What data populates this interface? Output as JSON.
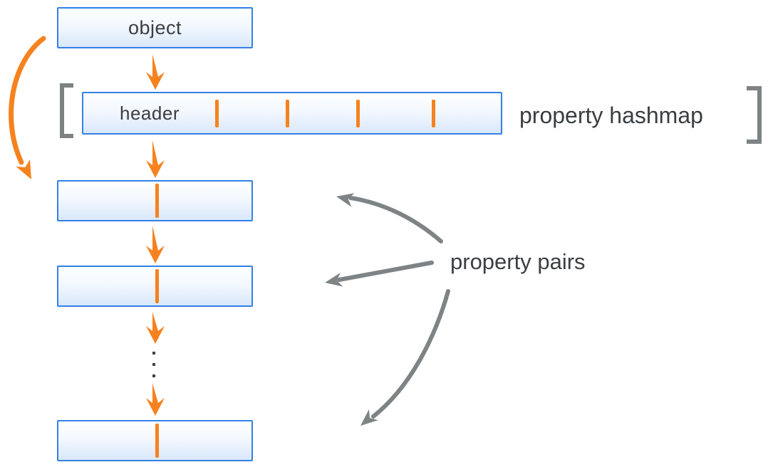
{
  "diagram": {
    "object_box": {
      "label": "object"
    },
    "hashmap_box": {
      "label": "header",
      "tick_count": 4
    },
    "pair_box_count": 3,
    "annotations": {
      "hashmap_label": "property hashmap",
      "pairs_label": "property pairs"
    },
    "icons": {
      "down_arrows": "orange-down-arrow-icon",
      "curved_left_arrow": "orange-curved-arrow-icon",
      "pairs_pointers": "gray-curved-arrow-icon",
      "ellipsis": "vertical-ellipsis-dots"
    },
    "colors": {
      "accent_orange": "#F6821F",
      "box_border_blue": "#3381E6",
      "box_fill_top": "#FEFFFF",
      "box_fill_bottom": "#D9E8FB",
      "bracket_gray": "#7D8285",
      "arrow_gray": "#7E8386",
      "text_dark": "#3B3E41"
    }
  }
}
